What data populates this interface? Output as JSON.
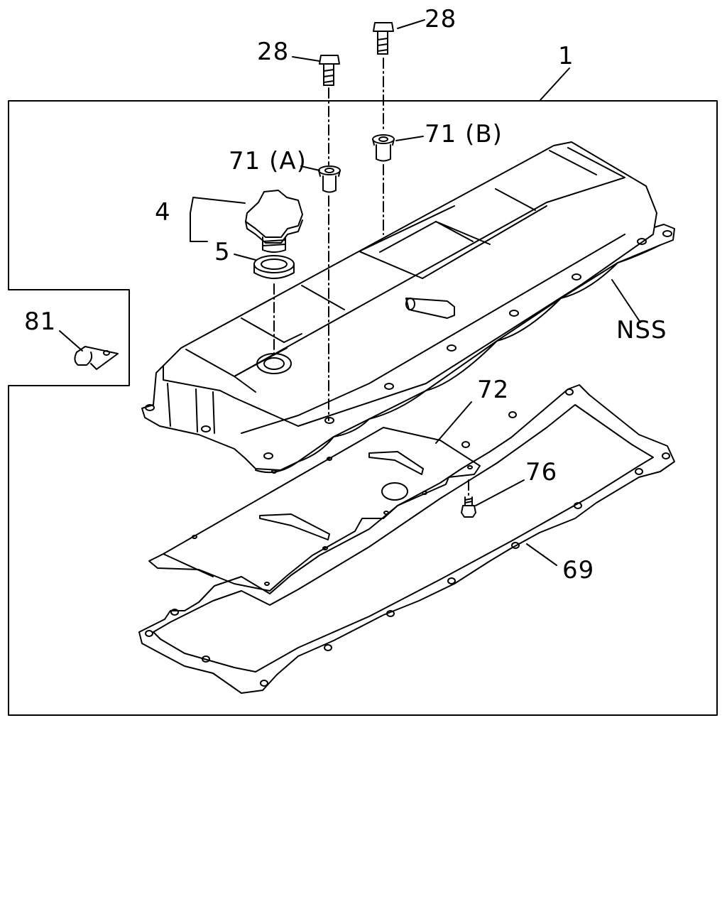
{
  "colors": {
    "line": "#000000",
    "background": "#ffffff"
  },
  "labels": {
    "assembly": "1",
    "cap": "4",
    "seal": "5",
    "bolt_left": "28",
    "bolt_right": "28",
    "grommet_a": "71 (A)",
    "grommet_b": "71 (B)",
    "clip": "81",
    "cover_note": "NSS",
    "baffle": "72",
    "screw": "76",
    "gasket": "69"
  }
}
